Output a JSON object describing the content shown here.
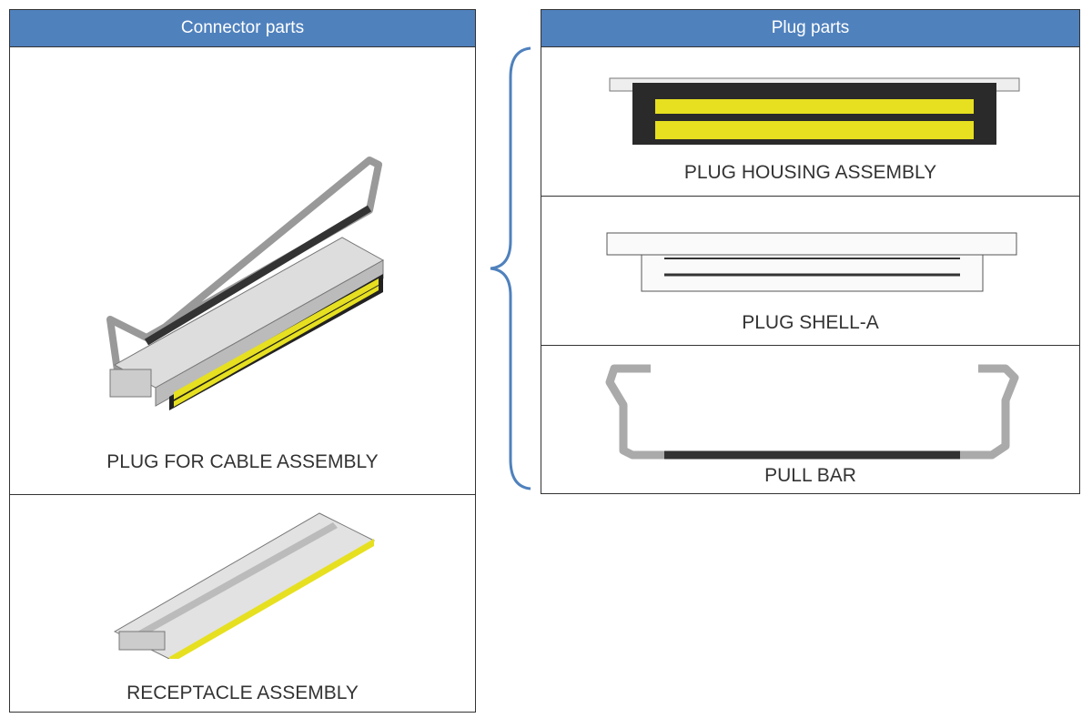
{
  "connector_parts": {
    "header": "Connector parts",
    "items": [
      {
        "label": "PLUG FOR CABLE ASSEMBLY"
      },
      {
        "label": "RECEPTACLE ASSEMBLY"
      }
    ]
  },
  "plug_parts": {
    "header": "Plug parts",
    "items": [
      {
        "label": "PLUG HOUSING ASSEMBLY"
      },
      {
        "label": "PLUG SHELL-A"
      },
      {
        "label": "PULL BAR"
      }
    ]
  },
  "colors": {
    "header": "#4f81bd",
    "brace": "#4f81bd",
    "pins": "#e6e020"
  }
}
